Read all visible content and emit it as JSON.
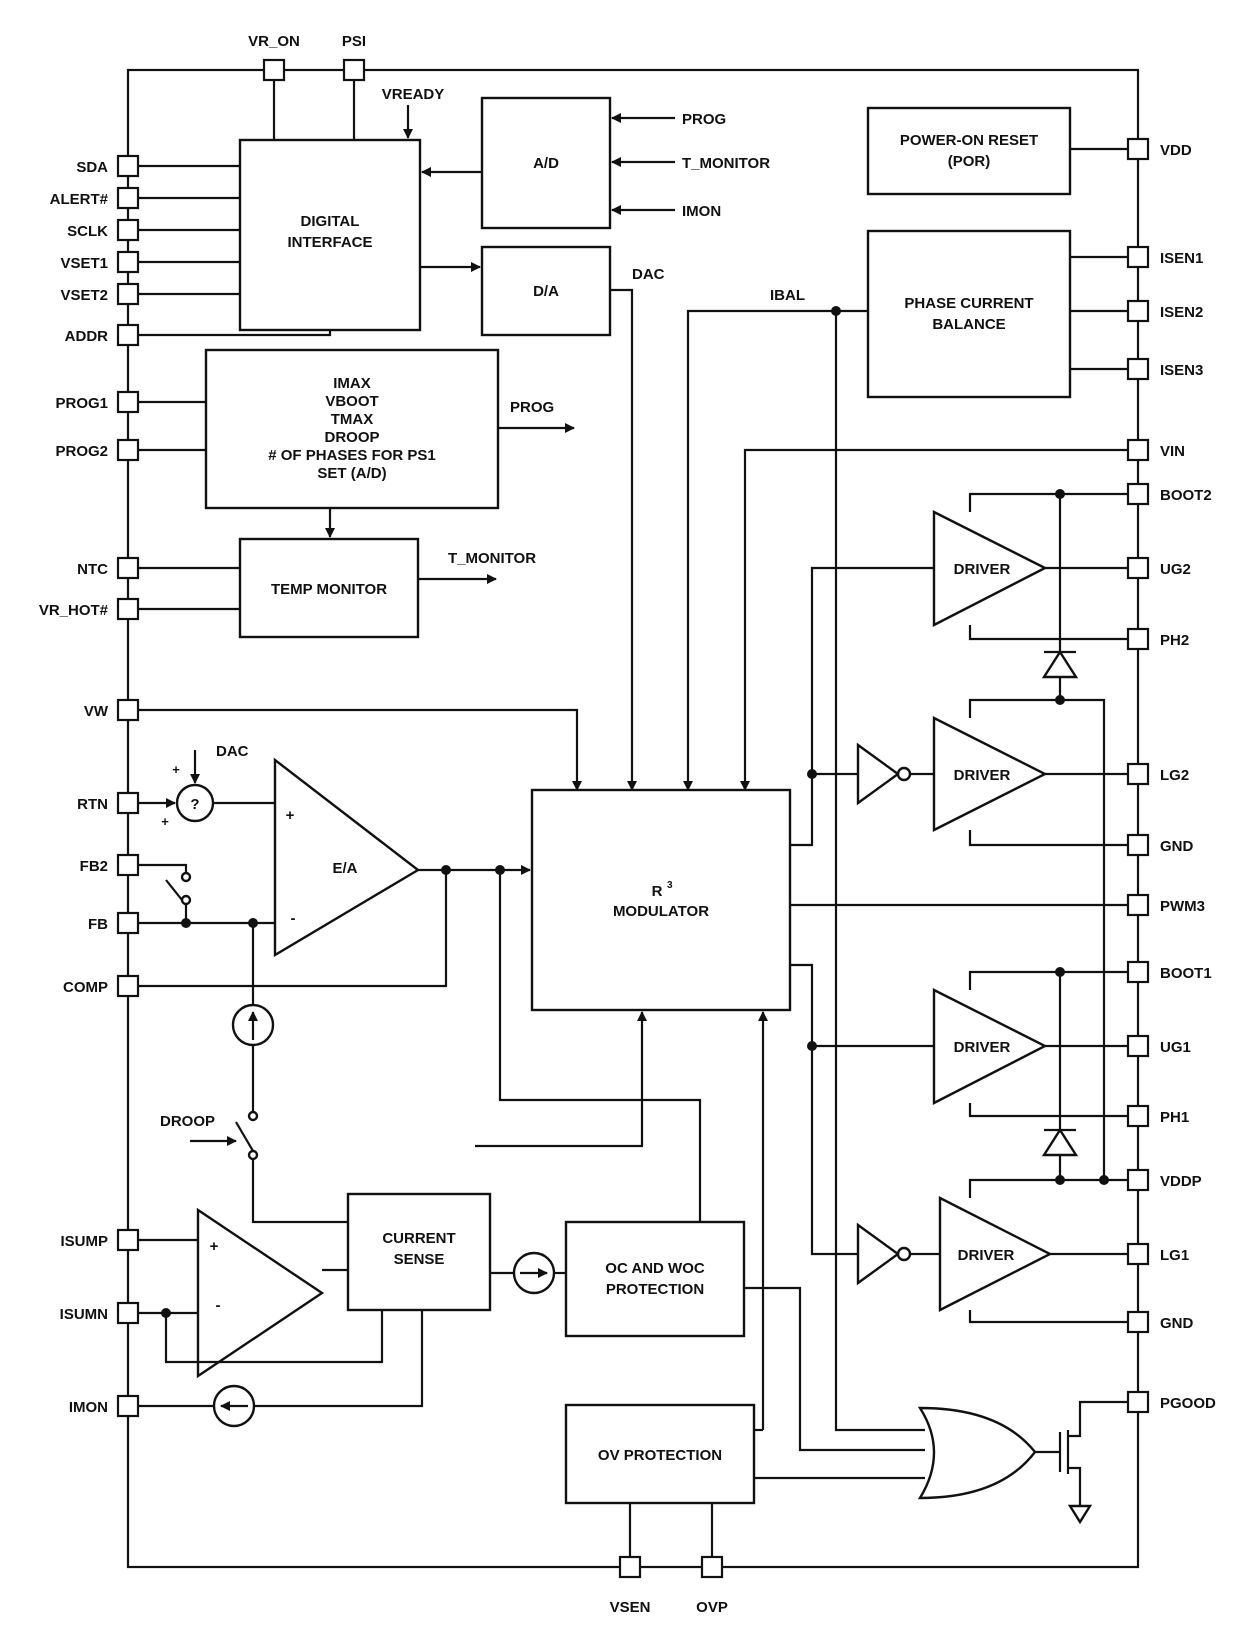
{
  "blocks": {
    "digital_interface": [
      "DIGITAL",
      "INTERFACE"
    ],
    "ad": "A/D",
    "da": "D/A",
    "por": [
      "POWER-ON RESET",
      "(POR)"
    ],
    "phase_balance": [
      "PHASE CURRENT",
      "BALANCE"
    ],
    "prog_block": [
      "IMAX",
      "VBOOT",
      "TMAX",
      "DROOP",
      "# OF PHASES FOR PS1",
      "SET (A/D)"
    ],
    "temp_monitor": "TEMP MONITOR",
    "error_amp": "E/A",
    "modulator": [
      "R",
      "3",
      "MODULATOR"
    ],
    "current_sense": [
      "CURRENT",
      "SENSE"
    ],
    "oc_protection": [
      "OC AND WOC",
      "PROTECTION"
    ],
    "ov_protection": "OV PROTECTION",
    "driver": "DRIVER",
    "summer": "?"
  },
  "pins": {
    "top": [
      "VR_ON",
      "PSI"
    ],
    "left": [
      "SDA",
      "ALERT#",
      "SCLK",
      "VSET1",
      "VSET2",
      "ADDR",
      "PROG1",
      "PROG2",
      "NTC",
      "VR_HOT#",
      "VW",
      "RTN",
      "FB2",
      "FB",
      "COMP",
      "ISUMP",
      "ISUMN",
      "IMON"
    ],
    "right": [
      "VDD",
      "ISEN1",
      "ISEN2",
      "ISEN3",
      "VIN",
      "BOOT2",
      "UG2",
      "PH2",
      "LG2",
      "GND",
      "PWM3",
      "BOOT1",
      "UG1",
      "PH1",
      "VDDP",
      "LG1",
      "GND",
      "PGOOD"
    ],
    "bottom": [
      "VSEN",
      "OVP"
    ]
  },
  "signals": {
    "vready": "VREADY",
    "prog_in": "PROG",
    "t_monitor_in": "T_MONITOR",
    "imon_in": "IMON",
    "dac": "DAC",
    "ibal": "IBAL",
    "prog_out": "PROG",
    "t_monitor_out": "T_MONITOR",
    "dac_summer": "DAC",
    "droop": "DROOP",
    "plus": "+",
    "minus": "-"
  }
}
